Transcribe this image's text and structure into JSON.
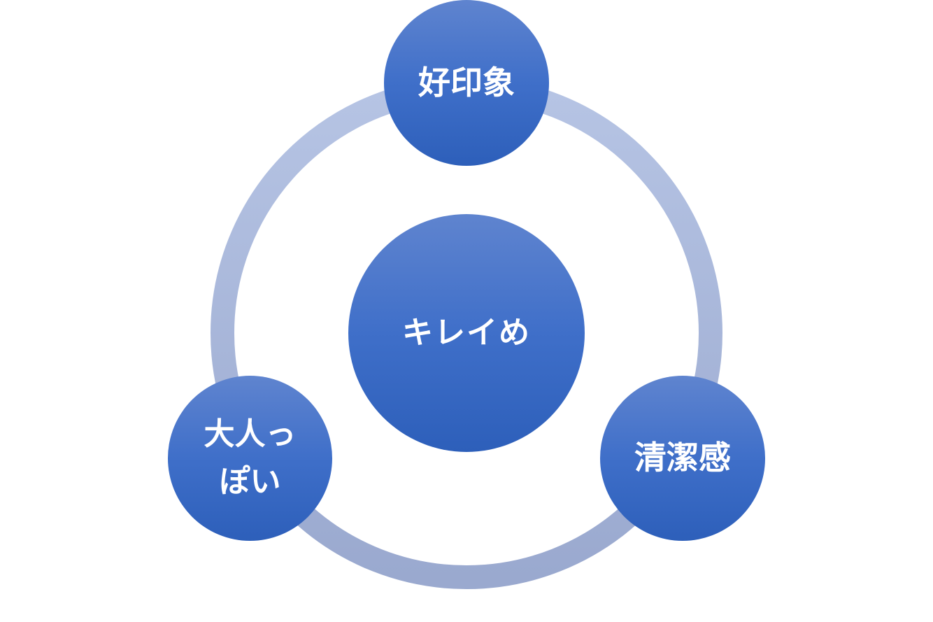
{
  "center": {
    "label": "キレイめ"
  },
  "nodes": [
    {
      "id": "top",
      "label": "好印象"
    },
    {
      "id": "left",
      "label": "大人っ\nぽい"
    },
    {
      "id": "right",
      "label": "清潔感"
    }
  ],
  "colors": {
    "node_top": "#5f84cf",
    "node_bottom": "#2d5fba",
    "ring_top": "#b6c4e4",
    "ring_bottom": "#9aa9cf",
    "text": "#ffffff",
    "background": "#ffffff"
  }
}
